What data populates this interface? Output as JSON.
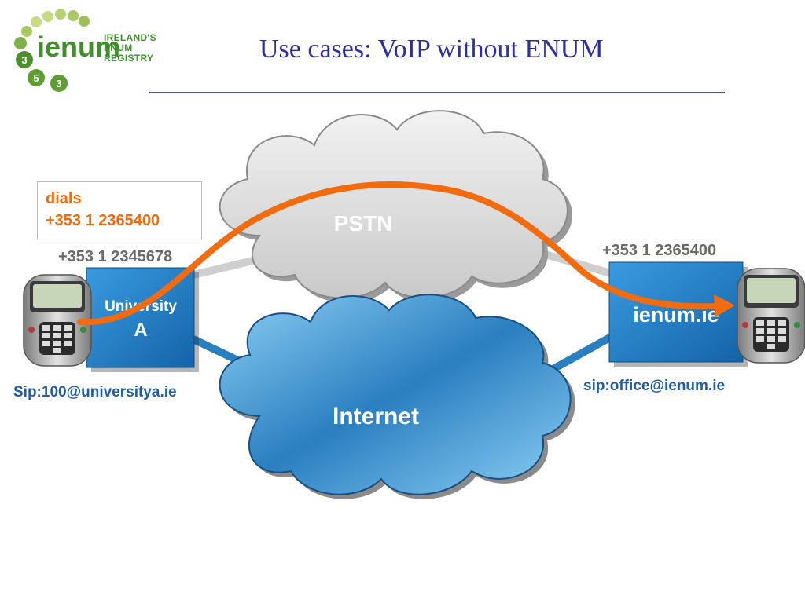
{
  "logo": {
    "name": "ienum",
    "tagline": [
      "IRELAND'S",
      "ENUM",
      "REGISTRY"
    ],
    "badges": [
      "3",
      "5",
      "3"
    ]
  },
  "slide_title": "Use cases: VoIP without ENUM",
  "callout": {
    "line1": "dials",
    "line2": "+353 1 2365400"
  },
  "left_site": {
    "number": "+353 1 2345678",
    "box_label_line1": "University",
    "box_label_line2": "A",
    "sip_address": "Sip:100@universitya.ie"
  },
  "right_site": {
    "number": "+353 1 2365400",
    "box_label": "ienum.ie",
    "sip_address": "sip:office@ienum.ie"
  },
  "clouds": {
    "pstn_label": "PSTN",
    "internet_label": "Internet"
  },
  "colors": {
    "title": "#2c2fa0",
    "call_path": "#f26b0f",
    "pstn_cloud": "#d9d9d9",
    "internet_cloud": "#2a7fc0",
    "site_box": "#1f7cc4",
    "logo_green": "#3f8f2a"
  },
  "icons": {
    "phones": [
      "ip-phone-icon",
      "ip-phone-icon"
    ]
  }
}
